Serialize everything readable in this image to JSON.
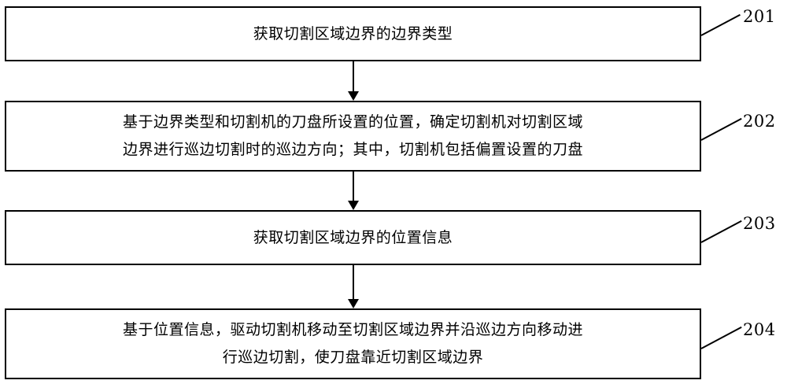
{
  "diagram": {
    "type": "flowchart",
    "orientation": "vertical",
    "boxes": [
      {
        "ref": "201",
        "text": "获取切割区域边界的边界类型"
      },
      {
        "ref": "202",
        "text": "基于边界类型和切割机的刀盘所设置的位置，确定切割机对切割区域\n边界进行巡边切割时的巡边方向；其中，切割机包括偏置设置的刀盘"
      },
      {
        "ref": "203",
        "text": "获取切割区域边界的位置信息"
      },
      {
        "ref": "204",
        "text": "基于位置信息，驱动切割机移动至切割区域边界并沿巡边方向移动进\n行巡边切割，使刀盘靠近切割区域边界"
      }
    ],
    "connectors": [
      {
        "name": "arrow-201-to-202",
        "from": "201",
        "to": "202"
      },
      {
        "name": "arrow-202-to-203",
        "from": "202",
        "to": "203"
      },
      {
        "name": "arrow-203-to-204",
        "from": "203",
        "to": "204"
      }
    ],
    "colors": {
      "stroke": "#000000",
      "fill": "#ffffff",
      "text": "#000000"
    }
  }
}
